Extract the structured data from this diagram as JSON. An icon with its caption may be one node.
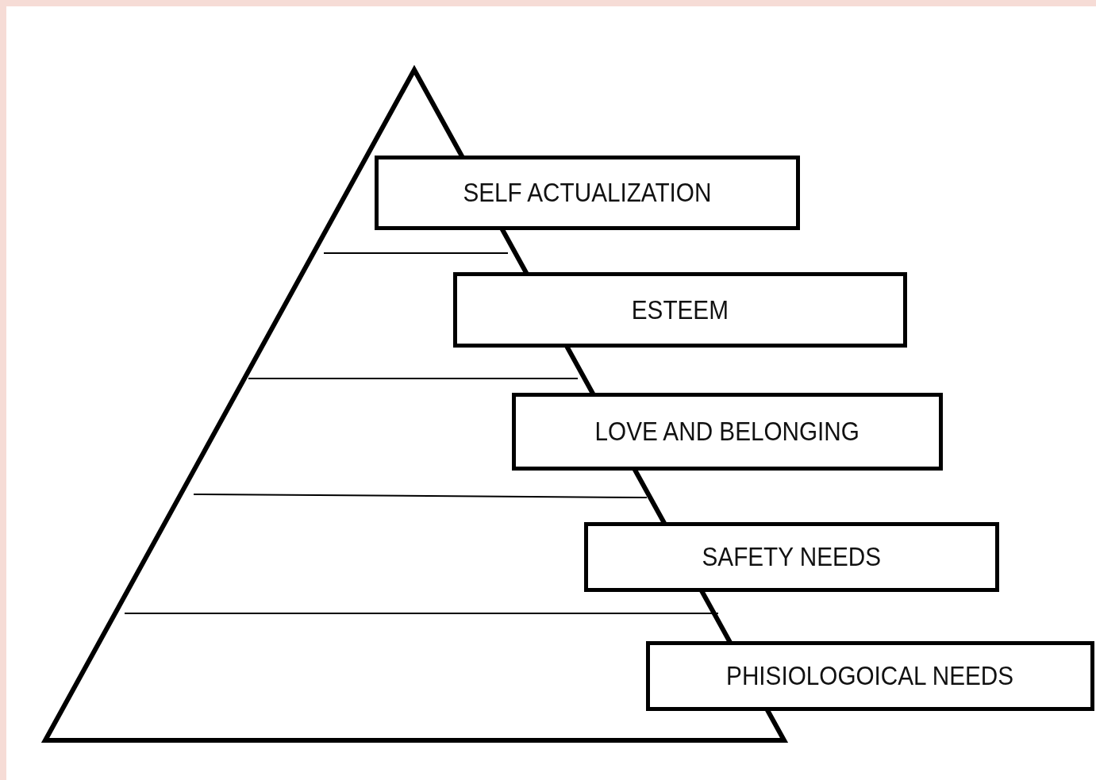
{
  "diagram": {
    "nodes": [
      {
        "text": [
          "SELF ACTUALIZATION"
        ]
      },
      {
        "text": [
          "ESTEEM"
        ]
      },
      {
        "text": [
          "LOVE AND BELONGING"
        ]
      },
      {
        "text": [
          "SAFETY NEEDS"
        ]
      },
      {
        "text": [
          "PHISIOLOGOICAL NEEDS"
        ]
      }
    ]
  }
}
